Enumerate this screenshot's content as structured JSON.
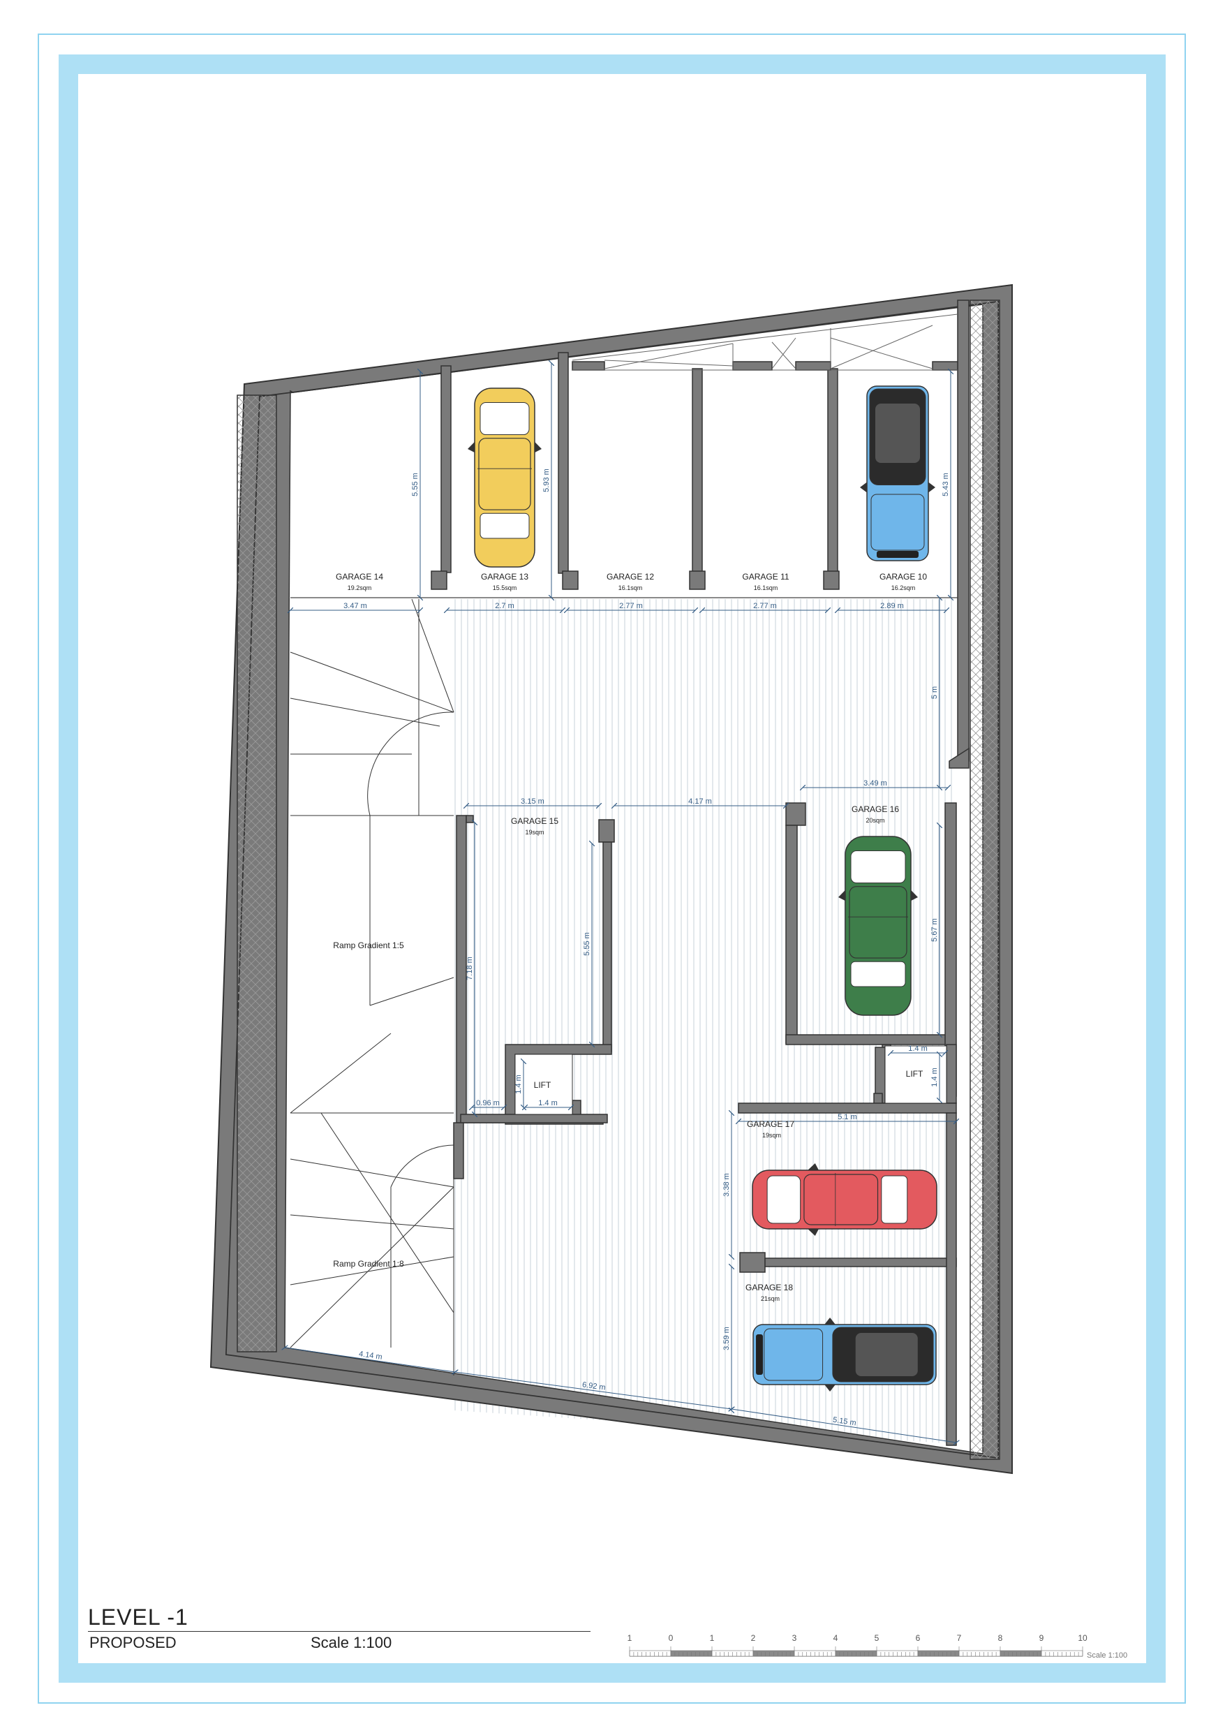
{
  "garages": [
    {
      "name": "GARAGE 14",
      "area": "19.2sqm"
    },
    {
      "name": "GARAGE 13",
      "area": "15.5sqm"
    },
    {
      "name": "GARAGE 12",
      "area": "16.1sqm"
    },
    {
      "name": "GARAGE 11",
      "area": "16.1sqm"
    },
    {
      "name": "GARAGE 10",
      "area": "16.2sqm"
    },
    {
      "name": "GARAGE 15",
      "area": "19sqm"
    },
    {
      "name": "GARAGE 16",
      "area": "20sqm"
    },
    {
      "name": "GARAGE 17",
      "area": "19sqm"
    },
    {
      "name": "GARAGE 18",
      "area": "21sqm"
    }
  ],
  "ramps": [
    "Ramp Gradient 1:5",
    "Ramp Gradient 1:8"
  ],
  "lifts": [
    "LIFT",
    "LIFT"
  ],
  "dimensions": {
    "g14_w": "3.47 m",
    "g13_w": "2.7 m",
    "g12_w": "2.77 m",
    "g11_w": "2.77 m",
    "g10_w": "2.89 m",
    "g14_d": "5.55 m",
    "g13_d": "5.93 m",
    "g10_d": "5.43 m",
    "aisle_h": "5 m",
    "g16_w": "3.49 m",
    "g15_w": "3.15 m",
    "mid_w": "4.17 m",
    "g16_d": "5.67 m",
    "g15_d": "5.55 m",
    "g15_total": "7.18 m",
    "lift1_h": "1.4 m",
    "lift1_w": "1.4 m",
    "lift1_gap": "0.96 m",
    "lift2_w": "1.4 m",
    "lift2_h": "1.4 m",
    "g17_w": "5.1 m",
    "g17_d": "3.38 m",
    "g18_d": "3.59 m",
    "bot_left": "4.14 m",
    "bot_mid": "6.92 m",
    "bot_right": "5.15 m"
  },
  "title": {
    "level": "LEVEL -1",
    "status": "PROPOSED",
    "scale": "Scale 1:100"
  },
  "scale_bar": {
    "ticks": [
      "1",
      "0",
      "1",
      "2",
      "3",
      "4",
      "5",
      "6",
      "7",
      "8",
      "9",
      "10"
    ],
    "label": "Scale 1:100"
  },
  "colors": {
    "wall": "#7a7a7a",
    "frame": "#aee0f5",
    "dim": "#355d86",
    "car_yellow": "#f2cd5c",
    "car_blue": "#6fb6ea",
    "car_green": "#3e7e4a",
    "car_red": "#e35a5f",
    "car_blue2": "#6fb6ea"
  }
}
